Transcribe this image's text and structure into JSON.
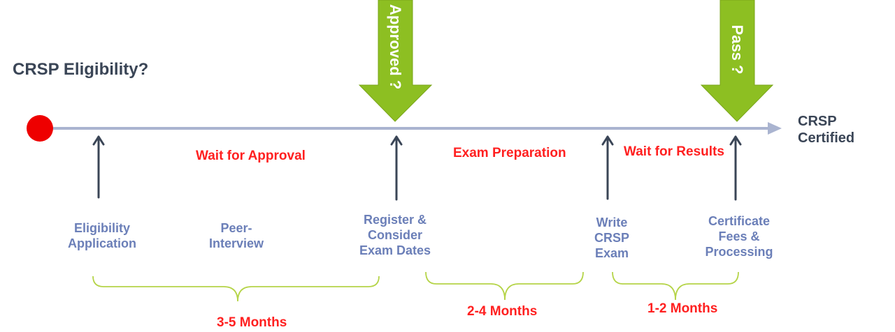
{
  "title": "CRSP Eligibility?",
  "end_label": "CRSP\nCertified",
  "decision_arrows": [
    {
      "label": "Approved ?"
    },
    {
      "label": "Pass ?"
    }
  ],
  "phases": [
    {
      "label": "Wait for Approval"
    },
    {
      "label": "Exam Preparation"
    },
    {
      "label": "Wait for Results"
    }
  ],
  "steps": [
    {
      "label": "Eligibility\nApplication"
    },
    {
      "label": "Peer-\nInterview"
    },
    {
      "label": "Register &\nConsider\nExam Dates"
    },
    {
      "label": "Write\nCRSP\nExam"
    },
    {
      "label": "Certificate\nFees &\nProcessing"
    }
  ],
  "durations": [
    {
      "label": "3-5 Months"
    },
    {
      "label": "2-4 Months"
    },
    {
      "label": "1-2 Months"
    }
  ],
  "colors": {
    "timeline": "#aab4d0",
    "start_dot": "#ee0000",
    "decision_arrow": "#8dbf22",
    "step_text": "#6b7fb8",
    "phase_text": "#ff2020",
    "brace": "#b5d448",
    "pointer": "#3a4556"
  }
}
